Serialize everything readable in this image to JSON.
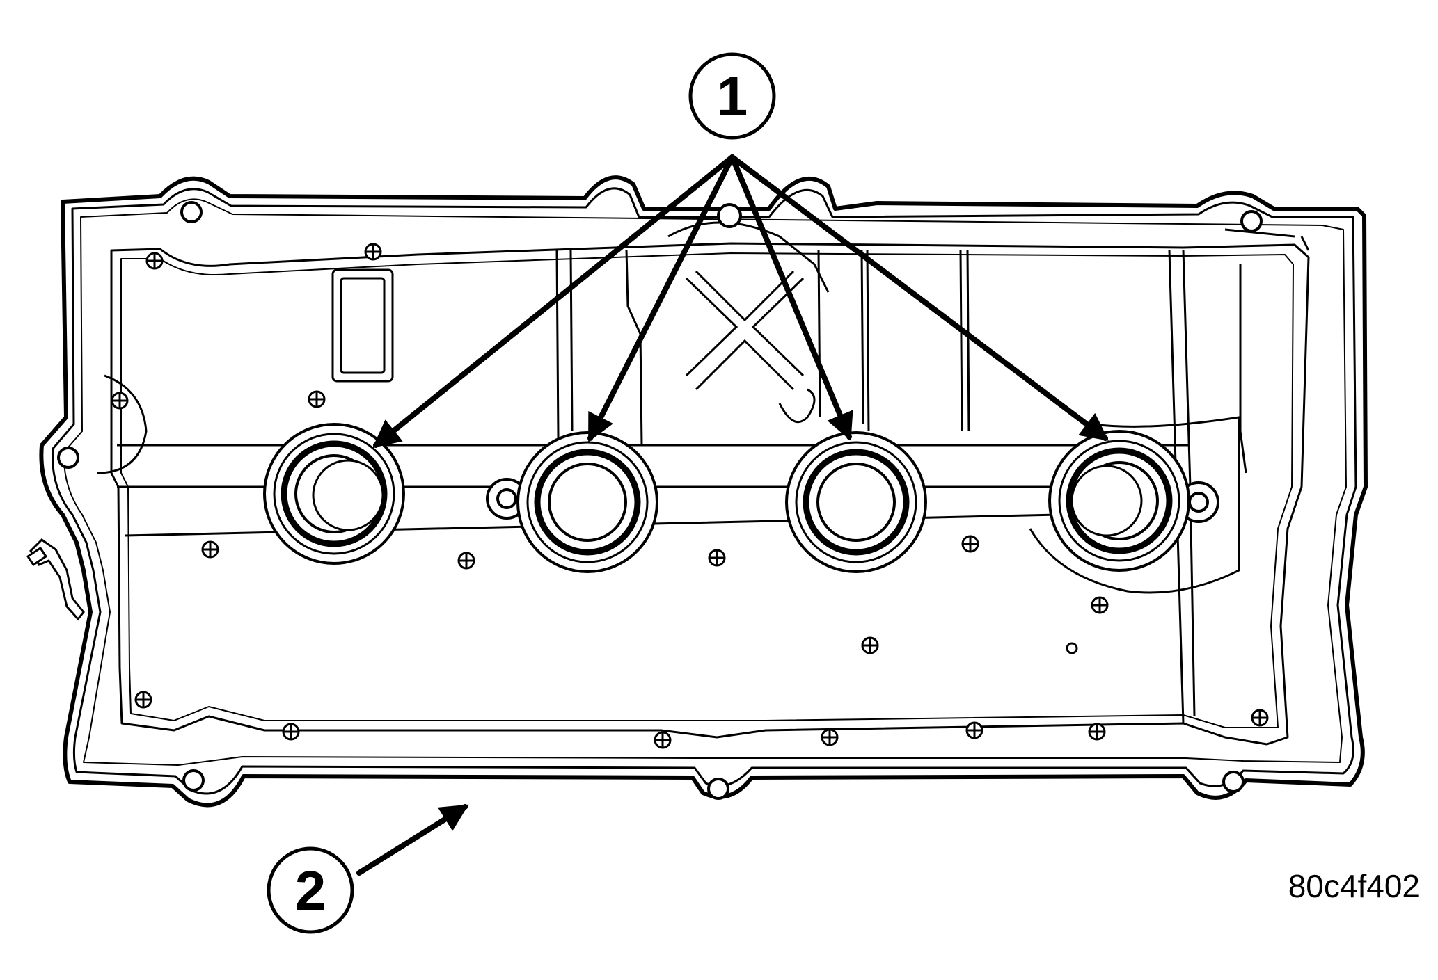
{
  "callouts": [
    {
      "number": "1"
    },
    {
      "number": "2"
    }
  ],
  "figure_id": "80c4f402",
  "colors": {
    "line": "#000000",
    "background": "#ffffff"
  }
}
